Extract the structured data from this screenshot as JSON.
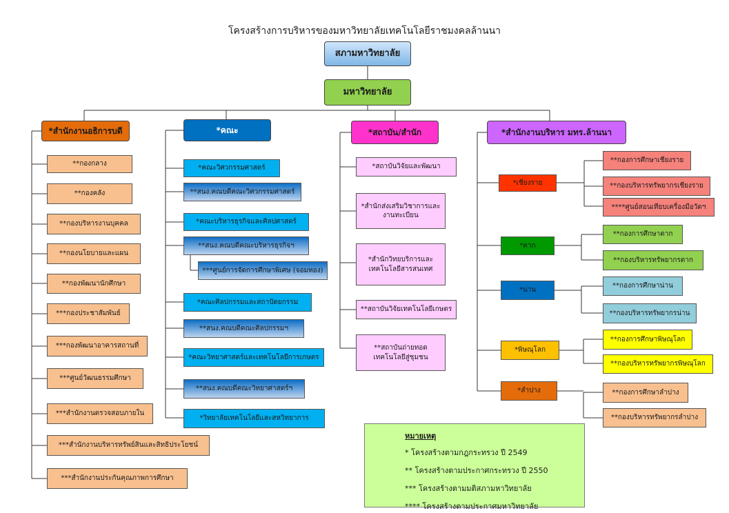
{
  "title": "โครงสร้างการบริหารของมหาวิทยาลัยเทคโนโลยีราชมงคลล้านนา",
  "top": {
    "council": "สภามหาวิทยาลัย",
    "university": "มหาวิทยาลัย"
  },
  "headers": {
    "president_office": "*สำนักงานอธิการบดี",
    "faculty": "*คณะ",
    "institute": "*สถาบัน/สำนัก",
    "campus_office": "*สำนักงานบริหาร มทร.ล้านนา"
  },
  "president_office_items": [
    "**กองกลาง",
    "**กองคลัง",
    "**กองบริหารงานบุคคล",
    "**กองนโยบายและแผน",
    "**กองพัฒนานักศึกษา",
    "***กองประชาสัมพันธ์",
    "***กองพัฒนาอาคารสถานที่",
    "***ศูนย์วัฒนธรรมศึกษา",
    "***สำนักงานตรวจสอบภายใน",
    "***สำนักงานบริหารทรัพย์สินและสิทธิประโยชน์",
    "***สำนักงานประกันคุณภาพการศึกษา"
  ],
  "faculty_items": [
    "*คณะวิศวกรรมศาสตร์",
    "**สนง.คณบดีคณะวิศวกรรมศาสตร์",
    "*คณะบริหารธุรกิจและศิลปศาสตร์",
    "**สนง.คณบดีคณะบริหารธุรกิจฯ",
    "***ศูนย์การจัดการศึกษาพิเศษ (จอมทอง)",
    "*คณะศิลปกรรมและสถาปัตยกรรม",
    "**สนง.คณบดีคณะศิลปกรรมฯ",
    "*คณะวิทยาศาสตร์และเทคโนโลยีการเกษตร",
    "**สนง.คณบดีคณะวิทยาศาสตร์ฯ",
    "*วิทยาลัยเทคโนโลยีและสหวิทยาการ"
  ],
  "institute_items": [
    "*สถาบันวิจัยและพัฒนา",
    "*สำนักส่งเสริมวิชาการและงานทะเบียน",
    "*สำนักวิทยบริการและเทคโนโลยีสารสนเทศ",
    "**สถาบันวิจัยเทคโนโลยีเกษตร",
    "**สถาบันถ่ายทอดเทคโนโลยีสู่ชุมชน"
  ],
  "campuses": [
    {
      "name": "*เชียงราย",
      "children": [
        "**กองการศึกษาเชียงราย",
        "**กองบริหารทรัพยากรเชียงราย",
        "****ศูนย์สอนเทียบเครื่องมือวัดฯ"
      ]
    },
    {
      "name": "*ตาก",
      "children": [
        "**กองการศึกษาตาก",
        "**กองบริหารทรัพยากรตาก"
      ]
    },
    {
      "name": "*น่าน",
      "children": [
        "**กองการศึกษาน่าน",
        "**กองบริหารทรัพยากรน่าน"
      ]
    },
    {
      "name": "*พิษณุโลก",
      "children": [
        "**กองการศึกษาพิษณุโลก",
        "**กองบริหารทรัพยากรพิษณุโลก"
      ]
    },
    {
      "name": "*ลำปาง",
      "children": [
        "**กองการศึกษาลำปาง",
        "**กองบริหารทรัพยากรลำปาง"
      ]
    }
  ],
  "legend": {
    "heading": "หมายเหตุ",
    "items": [
      "* โครงสร้างตามกฎกระทรวง ปี 2549",
      "** โครงสร้างตามประกาศกระทรวง ปี 2550",
      "*** โครงสร้างตามมติสภามหาวิทยาลัย",
      "**** โครงสร้างตามประกาศมหาวิทยาลัย"
    ]
  },
  "colors": {
    "council": "#9dc3e6",
    "university": "#92d050",
    "president_office": "#e46c0a",
    "faculty": "#0070c0",
    "institute": "#ff33cc",
    "campus_office": "#cc66ff",
    "chiangrai": "#ff3300",
    "tak": "#009900",
    "nan": "#0070c0",
    "phitsanulok": "#ffc000",
    "lampang": "#e46c0a"
  }
}
